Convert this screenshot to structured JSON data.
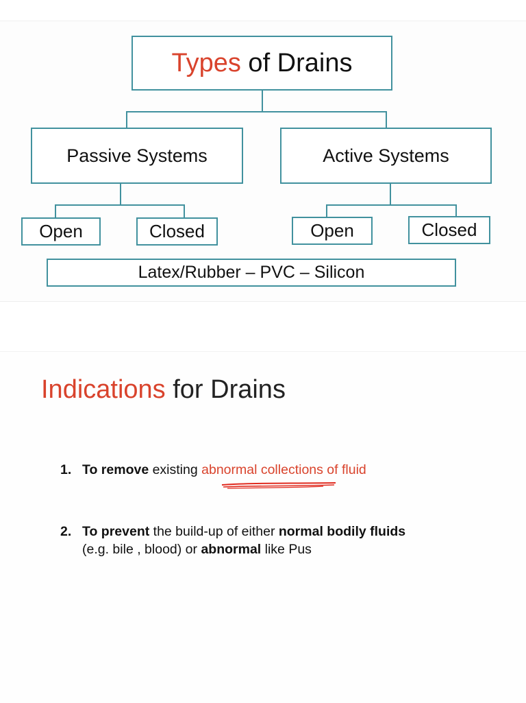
{
  "slide1": {
    "title_accent": "Types",
    "title_rest": " of Drains",
    "passive": "Passive Systems",
    "active": "Active Systems",
    "passive_open": "Open",
    "passive_closed": "Closed",
    "active_open": "Open",
    "active_closed": "Closed",
    "materials": "Latex/Rubber – PVC – Silicon",
    "line_color": "#41919e",
    "accent_color": "#d9432c"
  },
  "slide2": {
    "heading_accent": "Indications",
    "heading_rest": " for Drains",
    "items": [
      {
        "number": "1.",
        "bold": "To remove",
        "text": " existing ",
        "highlight": "abnormal collections of fluid"
      },
      {
        "number": "2.",
        "bold": "To prevent",
        "text": " the build-up of either ",
        "bold2": "normal bodily fluids",
        "line2_text": "(e.g. bile , blood) or ",
        "line2_bold": "abnormal",
        "line2_tail": " like Pus"
      }
    ]
  }
}
